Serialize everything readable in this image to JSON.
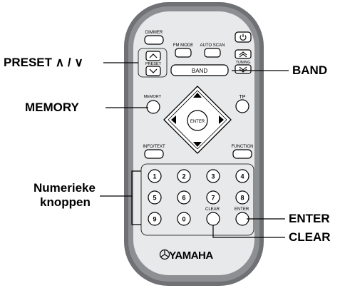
{
  "callouts": {
    "preset": "PRESET ∧ / ∨",
    "memory": "MEMORY",
    "numeric_line1": "Numerieke",
    "numeric_line2": "knoppen",
    "band": "BAND",
    "enter": "ENTER",
    "clear": "CLEAR"
  },
  "remote": {
    "buttons": {
      "dimmer": "DIMMER",
      "fm_mode": "FM MODE",
      "auto_scan": "AUTO SCAN",
      "preset": "PRESET",
      "tuning": "TUNING",
      "band": "BAND",
      "memory": "MEMORY",
      "tp": "TP",
      "enter_center": "ENTER",
      "info_text": "INFO/TEXT",
      "function": "FUNCTION",
      "clear": "CLEAR",
      "enter": "ENTER"
    },
    "numbers": [
      "1",
      "2",
      "3",
      "4",
      "5",
      "6",
      "7",
      "8",
      "9",
      "0"
    ],
    "brand": "YAMAHA"
  },
  "colors": {
    "body": "#7a7c80",
    "body_inner": "#8b8d91",
    "panel": "#e6e7e8",
    "button": "#ffffff",
    "line": "#000000"
  }
}
